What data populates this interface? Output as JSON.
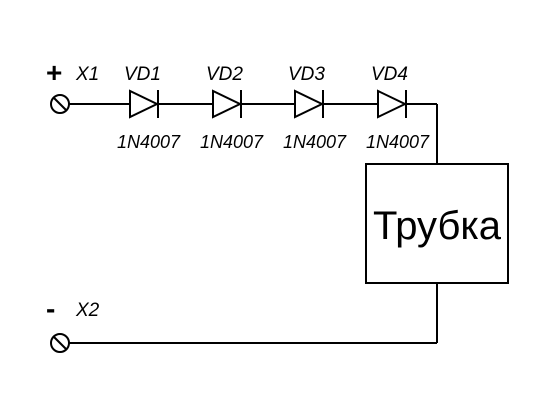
{
  "terminals": [
    {
      "polarity": "+",
      "label": "X1"
    },
    {
      "polarity": "-",
      "label": "X2"
    }
  ],
  "diodes": [
    {
      "ref": "VD1",
      "part": "1N4007"
    },
    {
      "ref": "VD2",
      "part": "1N4007"
    },
    {
      "ref": "VD3",
      "part": "1N4007"
    },
    {
      "ref": "VD4",
      "part": "1N4007"
    }
  ],
  "load": {
    "label": "Трубка"
  }
}
